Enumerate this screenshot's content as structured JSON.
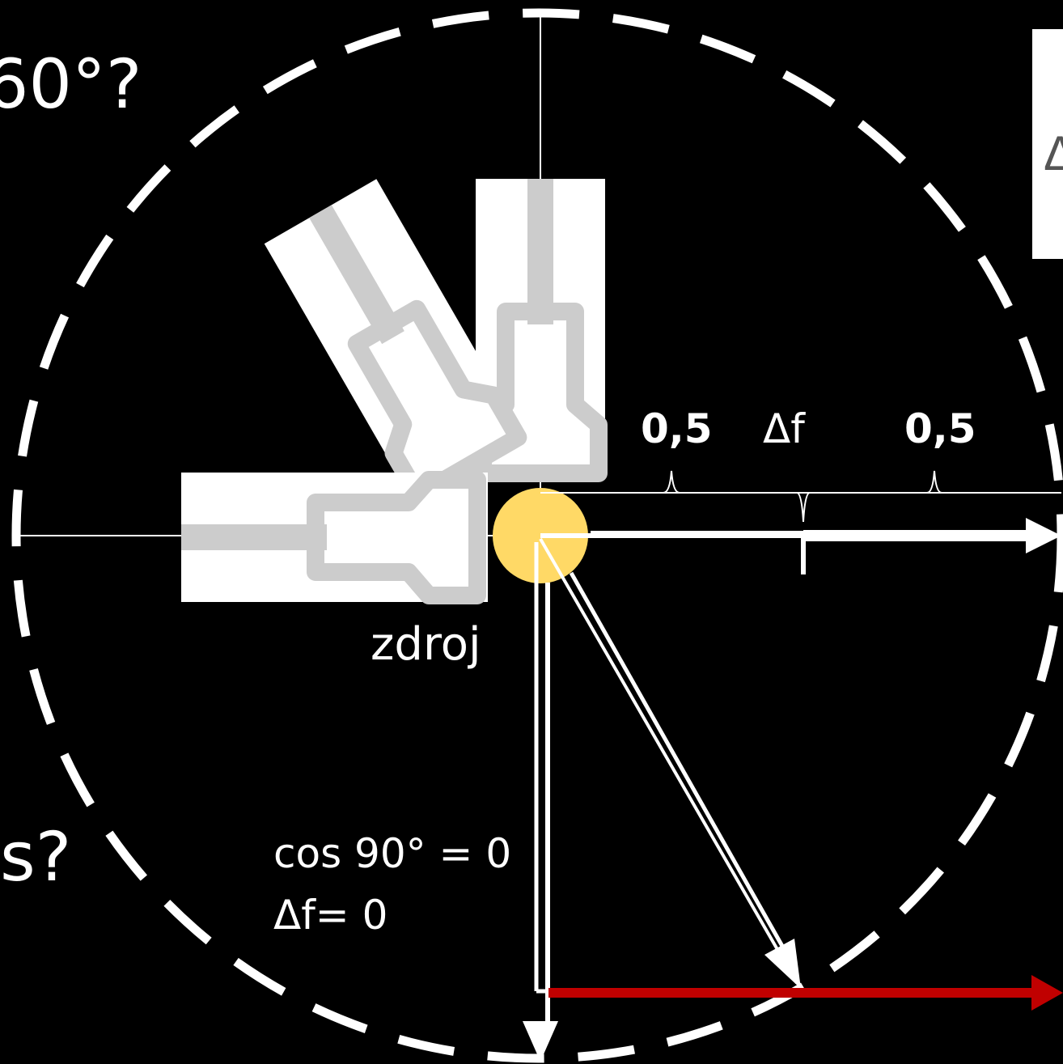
{
  "labels": {
    "top_left_partial": "60°?",
    "bottom_left_partial": "s?",
    "source": "zdroj",
    "half_left": "0,5",
    "delta_f": "Δf",
    "half_right": "0,5",
    "cos_line": "cos 90° = 0",
    "delta_line": "Δf= 0",
    "top_right_partial": "Δ"
  },
  "colors": {
    "background": "#000000",
    "foreground": "#ffffff",
    "source_fill": "#ffd966",
    "highlight_arrow": "#c00000",
    "horn_fill": "#ffffff",
    "horn_outline": "#cccccc"
  },
  "icons": {
    "source": "source-circle-icon",
    "horn": "horn-antenna-icon"
  }
}
